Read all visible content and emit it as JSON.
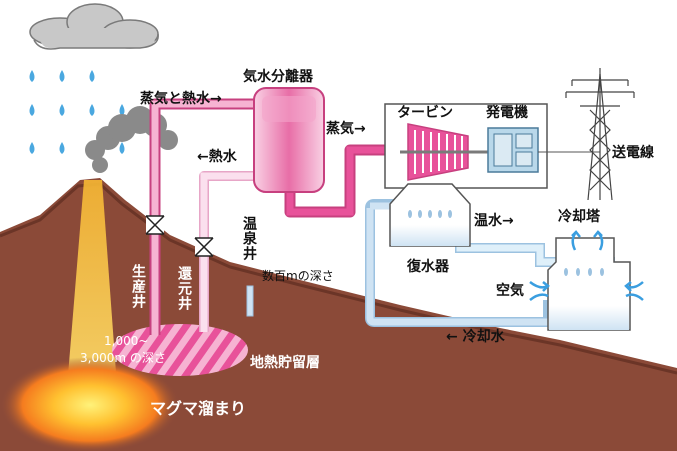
{
  "labels": {
    "separator": "気水分離器",
    "steam_and_hot_water": "蒸気と熱水→",
    "hot_water_return": "←熱水",
    "steam": "蒸気→",
    "turbine": "タービン",
    "generator": "発電機",
    "power_line": "送電線",
    "warm_water": "温水→",
    "cooling_tower": "冷却塔",
    "condenser": "復水器",
    "air": "空気",
    "cooling_water": "← 冷却水",
    "hot_spring_well": "温泉井",
    "depth_hundreds": "数百mの深さ",
    "production_well": "生産井",
    "reinjection_well": "還元井",
    "depth_range_top": "1,000~",
    "depth_range_bottom": "3,000m の深さ",
    "geothermal_reservoir": "地熱貯留層",
    "magma_chamber": "マグマ溜まり"
  },
  "colors": {
    "pipe_hot": "#e8529a",
    "pipe_warm": "#f7c6dd",
    "pipe_cold": "#cfe3f3",
    "ground": "#8b4a38",
    "magma": "#f5a623",
    "cloud": "#c8c8c8",
    "rain": "#4aa8e0"
  },
  "icons": [
    "cloud-icon",
    "raindrop-icon",
    "transmission-tower-icon",
    "valve-icon",
    "airflow-arrow-icon"
  ]
}
